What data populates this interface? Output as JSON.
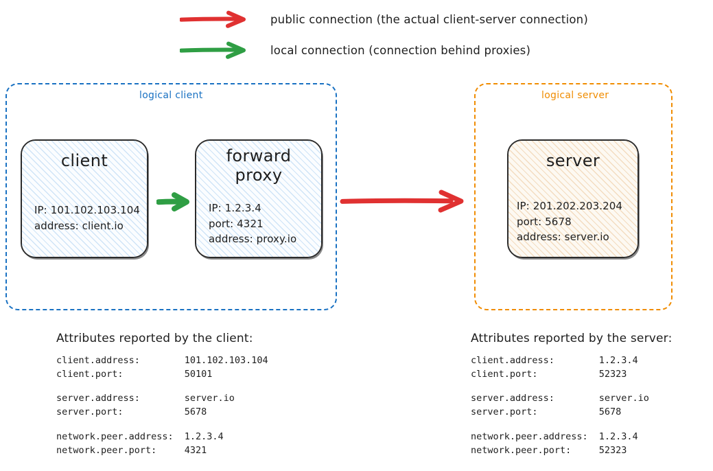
{
  "legend": {
    "items": [
      {
        "arrow": "red-arrow-icon",
        "color": "#e03131",
        "label": "public connection (the actual client-server connection)"
      },
      {
        "arrow": "green-arrow-icon",
        "color": "#2f9e44",
        "label": "local connection (connection behind proxies)"
      }
    ]
  },
  "zones": {
    "client": {
      "label": "logical client",
      "color": "#1971c2"
    },
    "server": {
      "label": "logical server",
      "color": "#f08c00"
    }
  },
  "nodes": {
    "client": {
      "title": "client",
      "details": [
        "IP: 101.102.103.104",
        "address: client.io"
      ]
    },
    "forward_proxy": {
      "title_line1": "forward",
      "title_line2": "proxy",
      "details": [
        "IP: 1.2.3.4",
        "port: 4321",
        "address: proxy.io"
      ]
    },
    "server": {
      "title": "server",
      "details": [
        "IP: 201.202.203.204",
        "port: 5678",
        "address: server.io"
      ]
    }
  },
  "connections": {
    "client_to_proxy": {
      "type": "local connection",
      "color": "#2f9e44"
    },
    "proxy_to_server": {
      "type": "public connection",
      "color": "#e03131"
    }
  },
  "attributes": {
    "client_report": {
      "heading": "Attributes reported by the client:",
      "groups": [
        [
          {
            "key": "client.address:",
            "value": "101.102.103.104"
          },
          {
            "key": "client.port:",
            "value": "50101"
          }
        ],
        [
          {
            "key": "server.address:",
            "value": "server.io"
          },
          {
            "key": "server.port:",
            "value": "5678"
          }
        ],
        [
          {
            "key": "network.peer.address:",
            "value": "1.2.3.4"
          },
          {
            "key": "network.peer.port:",
            "value": "4321"
          }
        ]
      ]
    },
    "server_report": {
      "heading": "Attributes reported by the server:",
      "groups": [
        [
          {
            "key": "client.address:",
            "value": "1.2.3.4"
          },
          {
            "key": "client.port:",
            "value": "52323"
          }
        ],
        [
          {
            "key": "server.address:",
            "value": "server.io"
          },
          {
            "key": "server.port:",
            "value": "5678"
          }
        ],
        [
          {
            "key": "network.peer.address:",
            "value": "1.2.3.4"
          },
          {
            "key": "network.peer.port:",
            "value": "52323"
          }
        ]
      ]
    }
  }
}
